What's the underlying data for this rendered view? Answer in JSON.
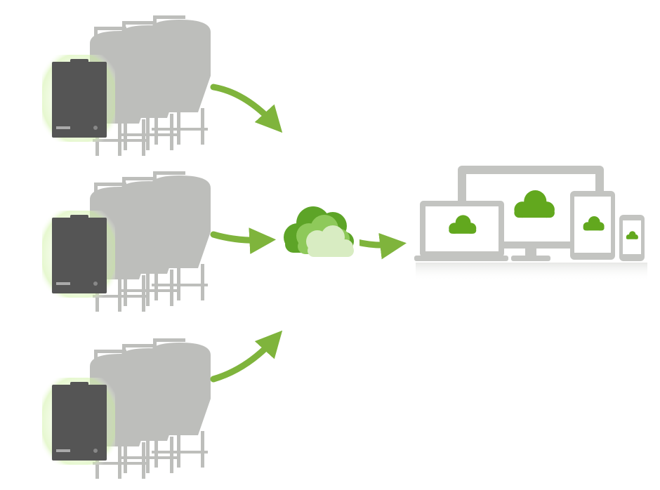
{
  "diagram": {
    "colors": {
      "tank": "#bdbebb",
      "box_dark": "#555555",
      "box_glow": "#c8f0a0",
      "arrow": "#7fb43c",
      "cloud_dark": "#5da427",
      "cloud_mid": "#8ec95a",
      "cloud_light": "#d8ecc2",
      "device": "#c3c4c1",
      "device_cloud": "#62a81e"
    },
    "nodes": [
      {
        "id": "site-top",
        "kind": "fermenter-group-with-controller"
      },
      {
        "id": "site-middle",
        "kind": "fermenter-group-with-controller"
      },
      {
        "id": "site-bottom",
        "kind": "fermenter-group-with-controller"
      },
      {
        "id": "cloud",
        "kind": "cloud-service"
      },
      {
        "id": "devices",
        "kind": "screen-devices",
        "items": [
          "laptop",
          "desktop-monitor",
          "tablet",
          "phone"
        ]
      }
    ],
    "edges": [
      {
        "from": "site-top",
        "to": "cloud"
      },
      {
        "from": "site-middle",
        "to": "cloud"
      },
      {
        "from": "site-bottom",
        "to": "cloud"
      },
      {
        "from": "cloud",
        "to": "devices"
      }
    ],
    "icons": {
      "tank": "fermenter-tank-icon",
      "controller": "controller-box-icon",
      "cloud": "cloud-icon",
      "laptop": "laptop-icon",
      "monitor": "desktop-monitor-icon",
      "tablet": "tablet-icon",
      "phone": "phone-icon"
    }
  }
}
